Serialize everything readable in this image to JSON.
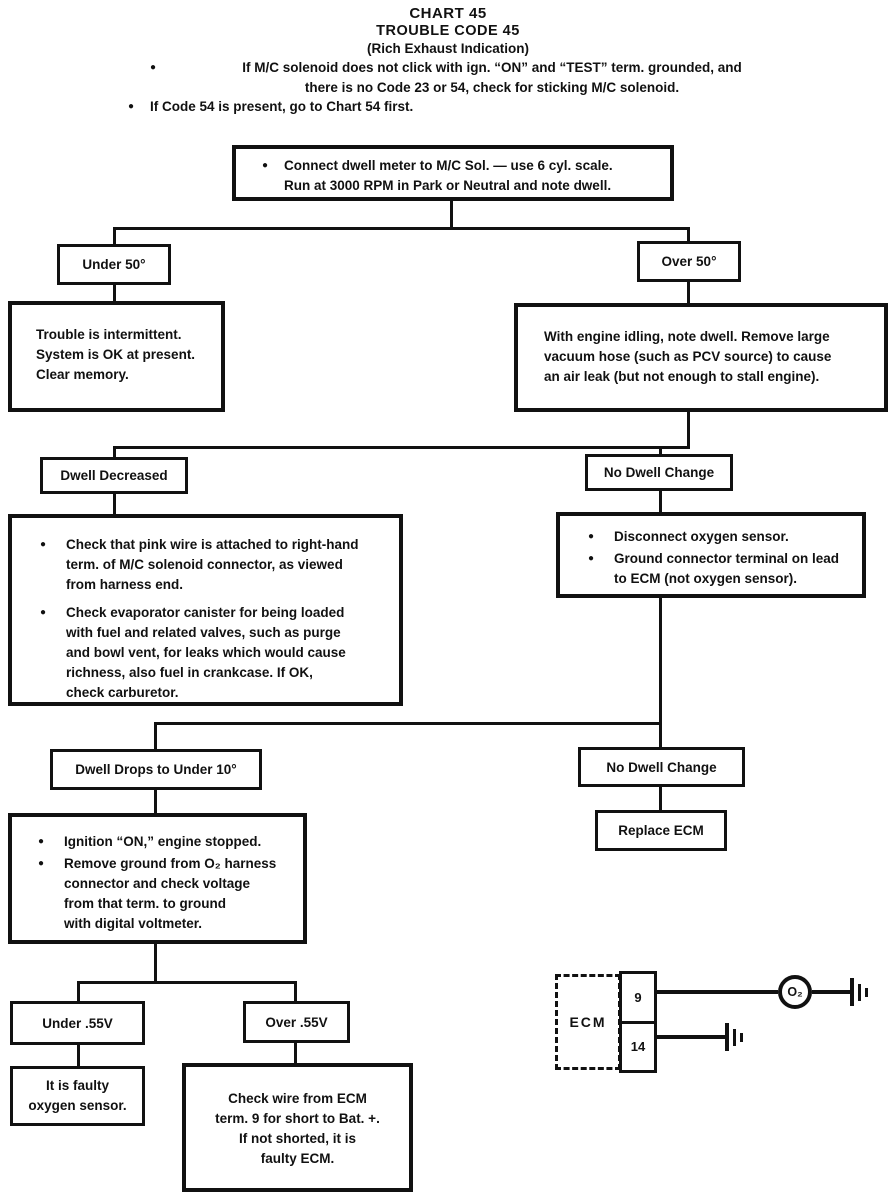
{
  "title": {
    "line1": "CHART 45",
    "line2": "TROUBLE CODE 45",
    "line3": "(Rich Exhaust Indication)"
  },
  "icons": {
    "bullet": "●"
  },
  "notes": [
    "If M/C solenoid does not click with ign. “ON” and “TEST” term. grounded, and\nthere is no Code 23 or 54, check for sticking M/C solenoid.",
    "If Code 54 is present, go to Chart 54 first."
  ],
  "flow": {
    "connect": "Connect dwell meter to M/C Sol. — use 6 cyl. scale.\nRun at 3000 RPM in Park or Neutral and note dwell.",
    "under50": "Under 50°",
    "over50": "Over 50°",
    "trouble": "Trouble is intermittent.\nSystem is OK at present.\nClear memory.",
    "idling": "With engine idling, note dwell. Remove large\nvacuum hose (such as PCV source) to cause\nan air leak (but not enough to stall engine).",
    "dwell_decreased": "Dwell Decreased",
    "no_dwell_change_1": "No Dwell Change",
    "pink_wire_items": [
      "Check that pink wire is attached to right-hand\nterm. of M/C solenoid connector, as viewed\nfrom harness end.",
      "Check evaporator canister for being loaded\nwith fuel and related valves, such as purge\nand bowl vent, for leaks which would cause\nrichness, also fuel in crankcase. If OK,\ncheck carburetor."
    ],
    "disconnect_items": [
      "Disconnect oxygen sensor.",
      "Ground connector terminal on lead\nto ECM (not oxygen sensor)."
    ],
    "dwell_drops": "Dwell Drops to Under 10°",
    "no_dwell_change_2": "No Dwell Change",
    "replace_ecm": "Replace ECM",
    "ignition_items": [
      "Ignition “ON,” engine stopped.",
      "Remove ground from O₂ harness\nconnector and check voltage\nfrom that term. to ground\nwith digital voltmeter."
    ],
    "under55": "Under .55V",
    "over55": "Over .55V",
    "faulty_sensor": "It is faulty\noxygen sensor.",
    "check_wire": "Check wire from ECM\nterm. 9 for short to Bat. +.\nIf not shorted, it is\nfaulty ECM."
  },
  "schematic": {
    "ecm_label": "ECM",
    "terminal_9": "9",
    "terminal_14": "14",
    "o2_label": "O₂"
  },
  "colors": {
    "ink": "#111111",
    "paper": "#ffffff"
  }
}
